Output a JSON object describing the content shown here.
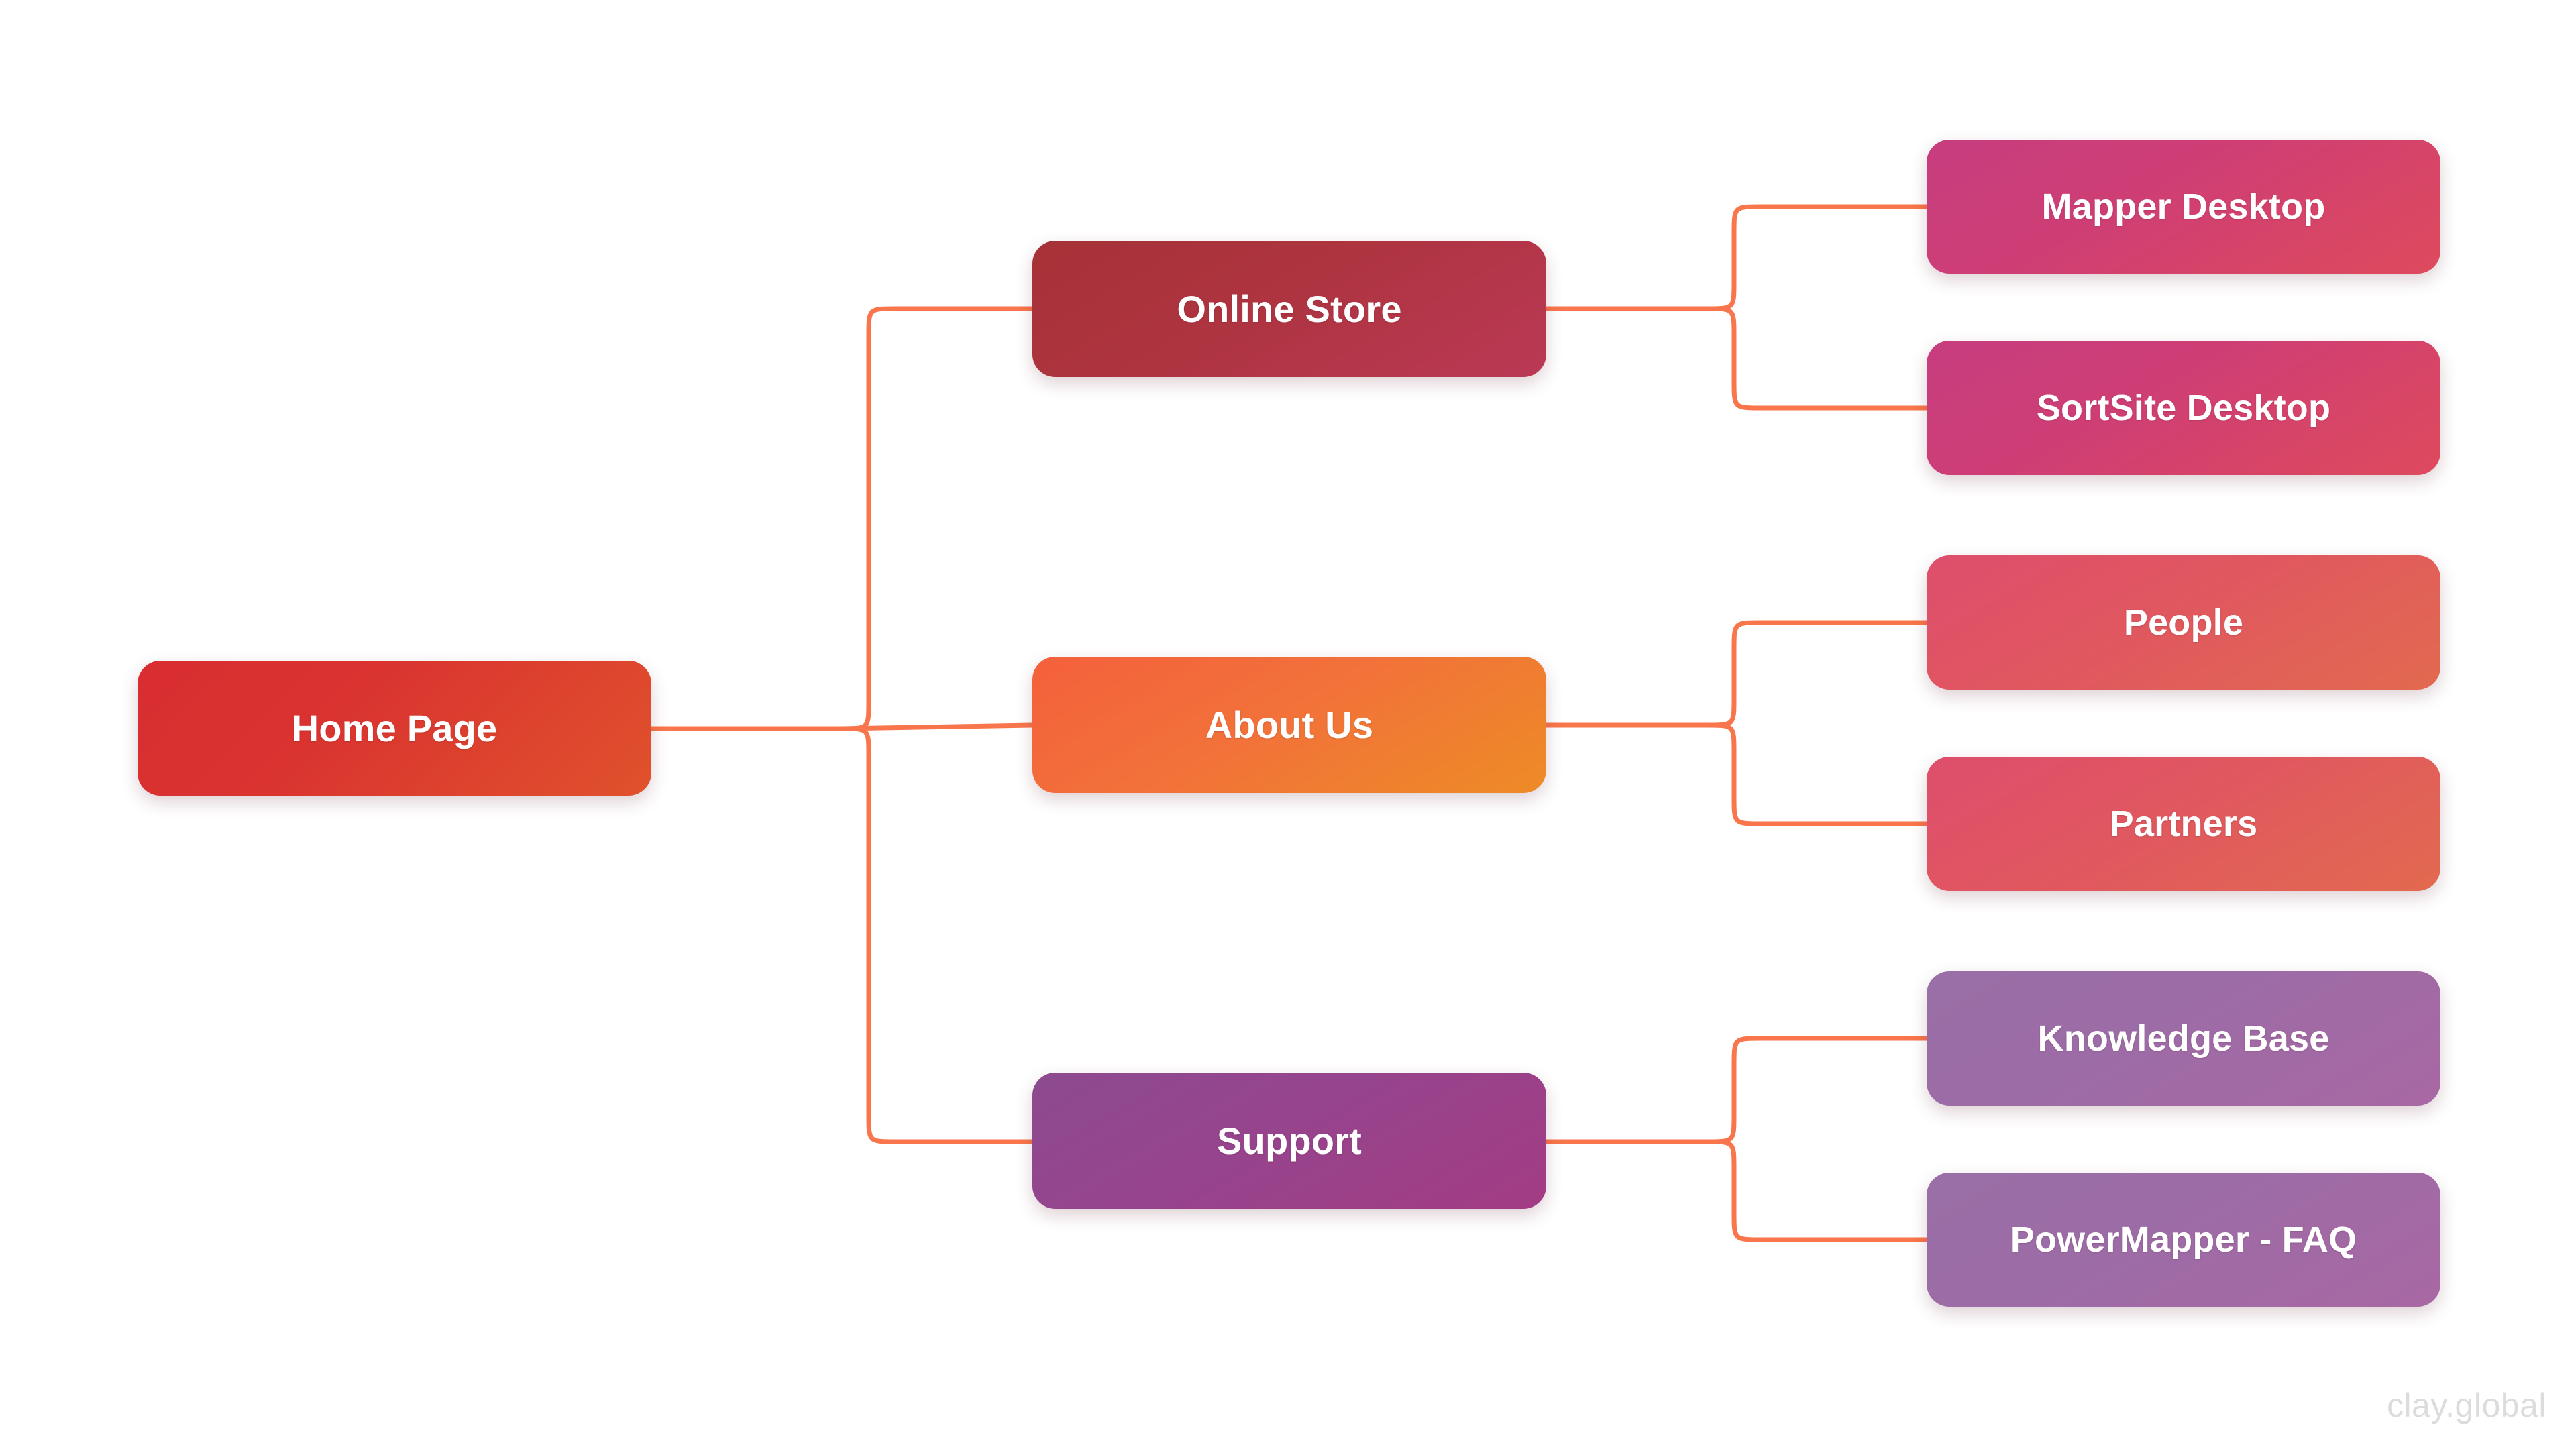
{
  "diagram": {
    "type": "sitemap-tree",
    "orientation": "left-to-right",
    "background_color": "#FFFFFF",
    "connector_color": "#F9764C",
    "watermark": "clay.global",
    "watermark_color": "#DCDCDC",
    "nodes": {
      "root": {
        "id": "home-page",
        "label": "Home Page",
        "level": 1,
        "color_start": "#D82D31",
        "color_end": "#E0522C"
      },
      "level2": [
        {
          "id": "online-store",
          "label": "Online Store",
          "level": 2,
          "color_start": "#A63237",
          "color_end": "#BA3955"
        },
        {
          "id": "about-us",
          "label": "About Us",
          "level": 2,
          "color_start": "#F4603C",
          "color_end": "#ED8B26"
        },
        {
          "id": "support",
          "label": "Support",
          "level": 2,
          "color_start": "#8D4A8F",
          "color_end": "#A23C84"
        }
      ],
      "level3": [
        {
          "id": "mapper-desktop",
          "label": "Mapper Desktop",
          "level": 3,
          "parent": "online-store",
          "color_start": "#C73D7F",
          "color_end": "#DE4A5C"
        },
        {
          "id": "sortsite-desktop",
          "label": "SortSite Desktop",
          "level": 3,
          "parent": "online-store",
          "color_start": "#C73D7F",
          "color_end": "#DE4A5C"
        },
        {
          "id": "people",
          "label": "People",
          "level": 3,
          "parent": "about-us",
          "color_start": "#DE4E6C",
          "color_end": "#E2694F"
        },
        {
          "id": "partners",
          "label": "Partners",
          "level": 3,
          "parent": "about-us",
          "color_start": "#DE4E6C",
          "color_end": "#E2694F"
        },
        {
          "id": "knowledge-base",
          "label": "Knowledge Base",
          "level": 3,
          "parent": "support",
          "color_start": "#9A6EA6",
          "color_end": "#A868A4"
        },
        {
          "id": "powermapper-faq",
          "label": "PowerMapper - FAQ",
          "level": 3,
          "parent": "support",
          "color_start": "#9A6EA6",
          "color_end": "#A868A4"
        }
      ]
    }
  }
}
